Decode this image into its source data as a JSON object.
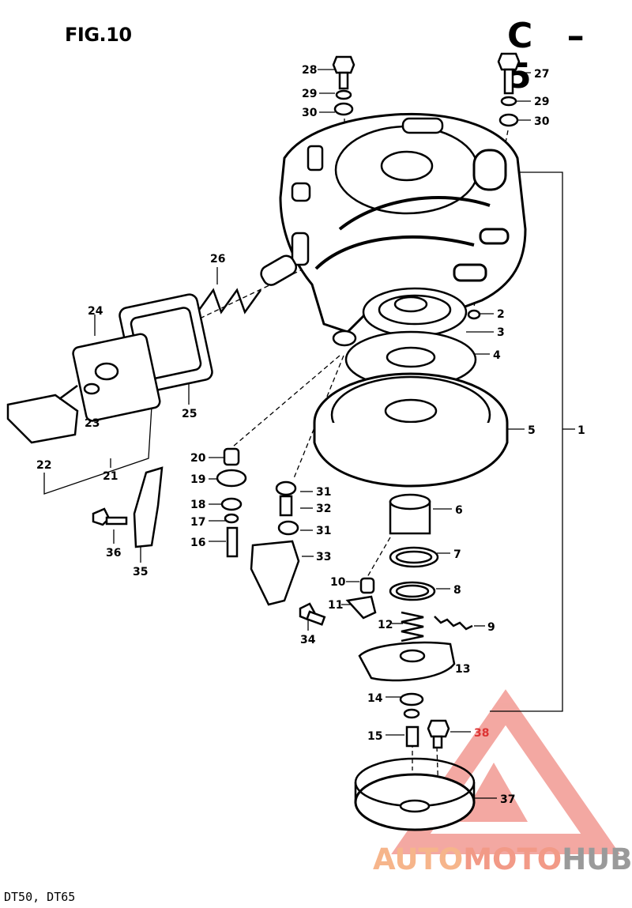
{
  "figure": {
    "title": "FIG.10",
    "page_code": "C – 5",
    "models": "DT50, DT65"
  },
  "callouts": [
    "1",
    "2",
    "3",
    "4",
    "5",
    "6",
    "7",
    "8",
    "9",
    "10",
    "11",
    "12",
    "13",
    "14",
    "15",
    "16",
    "17",
    "18",
    "19",
    "20",
    "21",
    "22",
    "23",
    "24",
    "25",
    "26",
    "27",
    "28",
    "29",
    "30",
    "31",
    "32",
    "33",
    "34",
    "35",
    "36",
    "37",
    "38"
  ],
  "watermark": {
    "part1": "AUTO",
    "part2": "MOTO",
    "part3": "HUB",
    "colors": {
      "auto": "#f6b58b",
      "moto": "#f29a87",
      "hub": "#9a9a9a",
      "triangle": "#f08b84"
    }
  }
}
